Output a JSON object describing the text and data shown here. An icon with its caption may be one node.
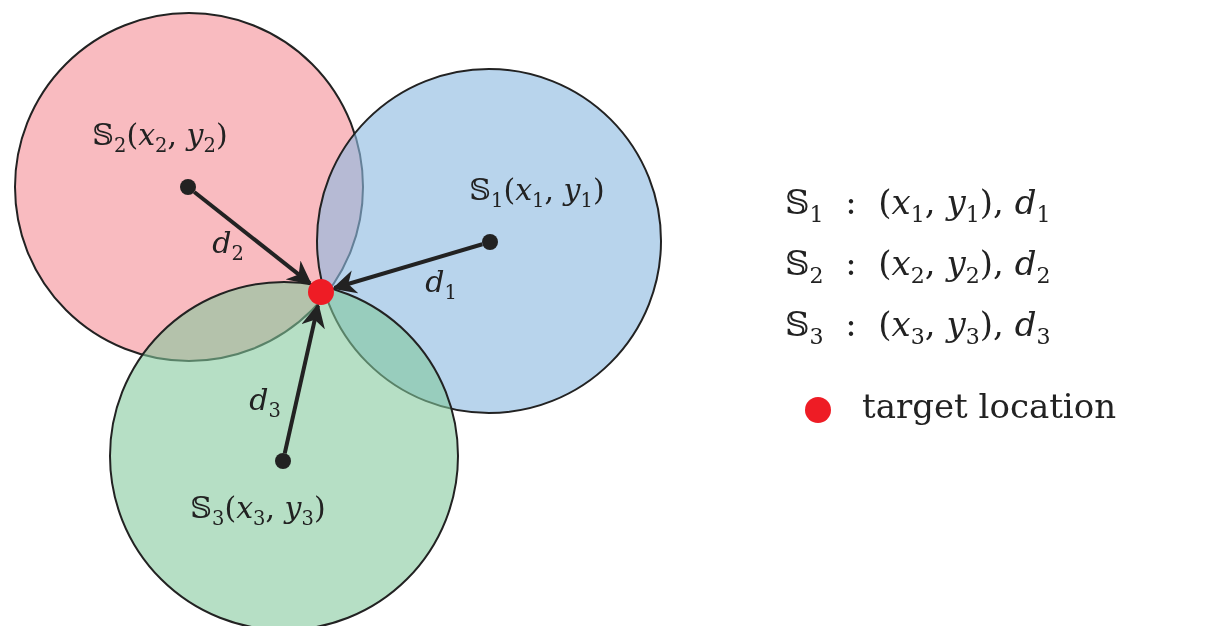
{
  "diagram": {
    "nodes": [
      {
        "text": [
          "𝕊$_{2}$(*x*$_{2}$, *y*$_{2}$)"
        ]
      },
      {
        "text": [],
        "shape": "circle",
        "in": 0
      },
      {
        "text": [
          "𝕊$_{1}$(*x*$_{1}$, *y*$_{1}$)"
        ]
      },
      {
        "text": [],
        "shape": "circle",
        "in": 2
      },
      {
        "text": [
          "𝕊$_{3}$(*x*$_{3}$, *y*$_{3}$)"
        ]
      },
      {
        "text": [],
        "shape": "circle",
        "in": 4
      },
      {
        "text": [],
        "shape": "circle"
      }
    ],
    "edges": [
      {
        "from": 1,
        "to": 6,
        "arrow": "to",
        "label": "*d*$_{2}$"
      },
      {
        "from": 3,
        "to": 6,
        "arrow": "to",
        "label": "*d*$_{1}$"
      },
      {
        "from": 5,
        "to": 6,
        "arrow": "to",
        "label": "*d*$_{3}$"
      }
    ],
    "labels": [
      "𝕊$_{1}$  :  (*x*$_{1}$, *y*$_{1}$), *d*$_{1}$",
      "𝕊$_{2}$  :  (*x*$_{2}$, *y*$_{2}$), *d*$_{2}$",
      "𝕊$_{3}$  :  (*x*$_{3}$, *y*$_{3}$), *d*$_{3}$"
    ],
    "legend": [
      {
        "text": "target location",
        "color": "#ee1c25"
      }
    ]
  }
}
